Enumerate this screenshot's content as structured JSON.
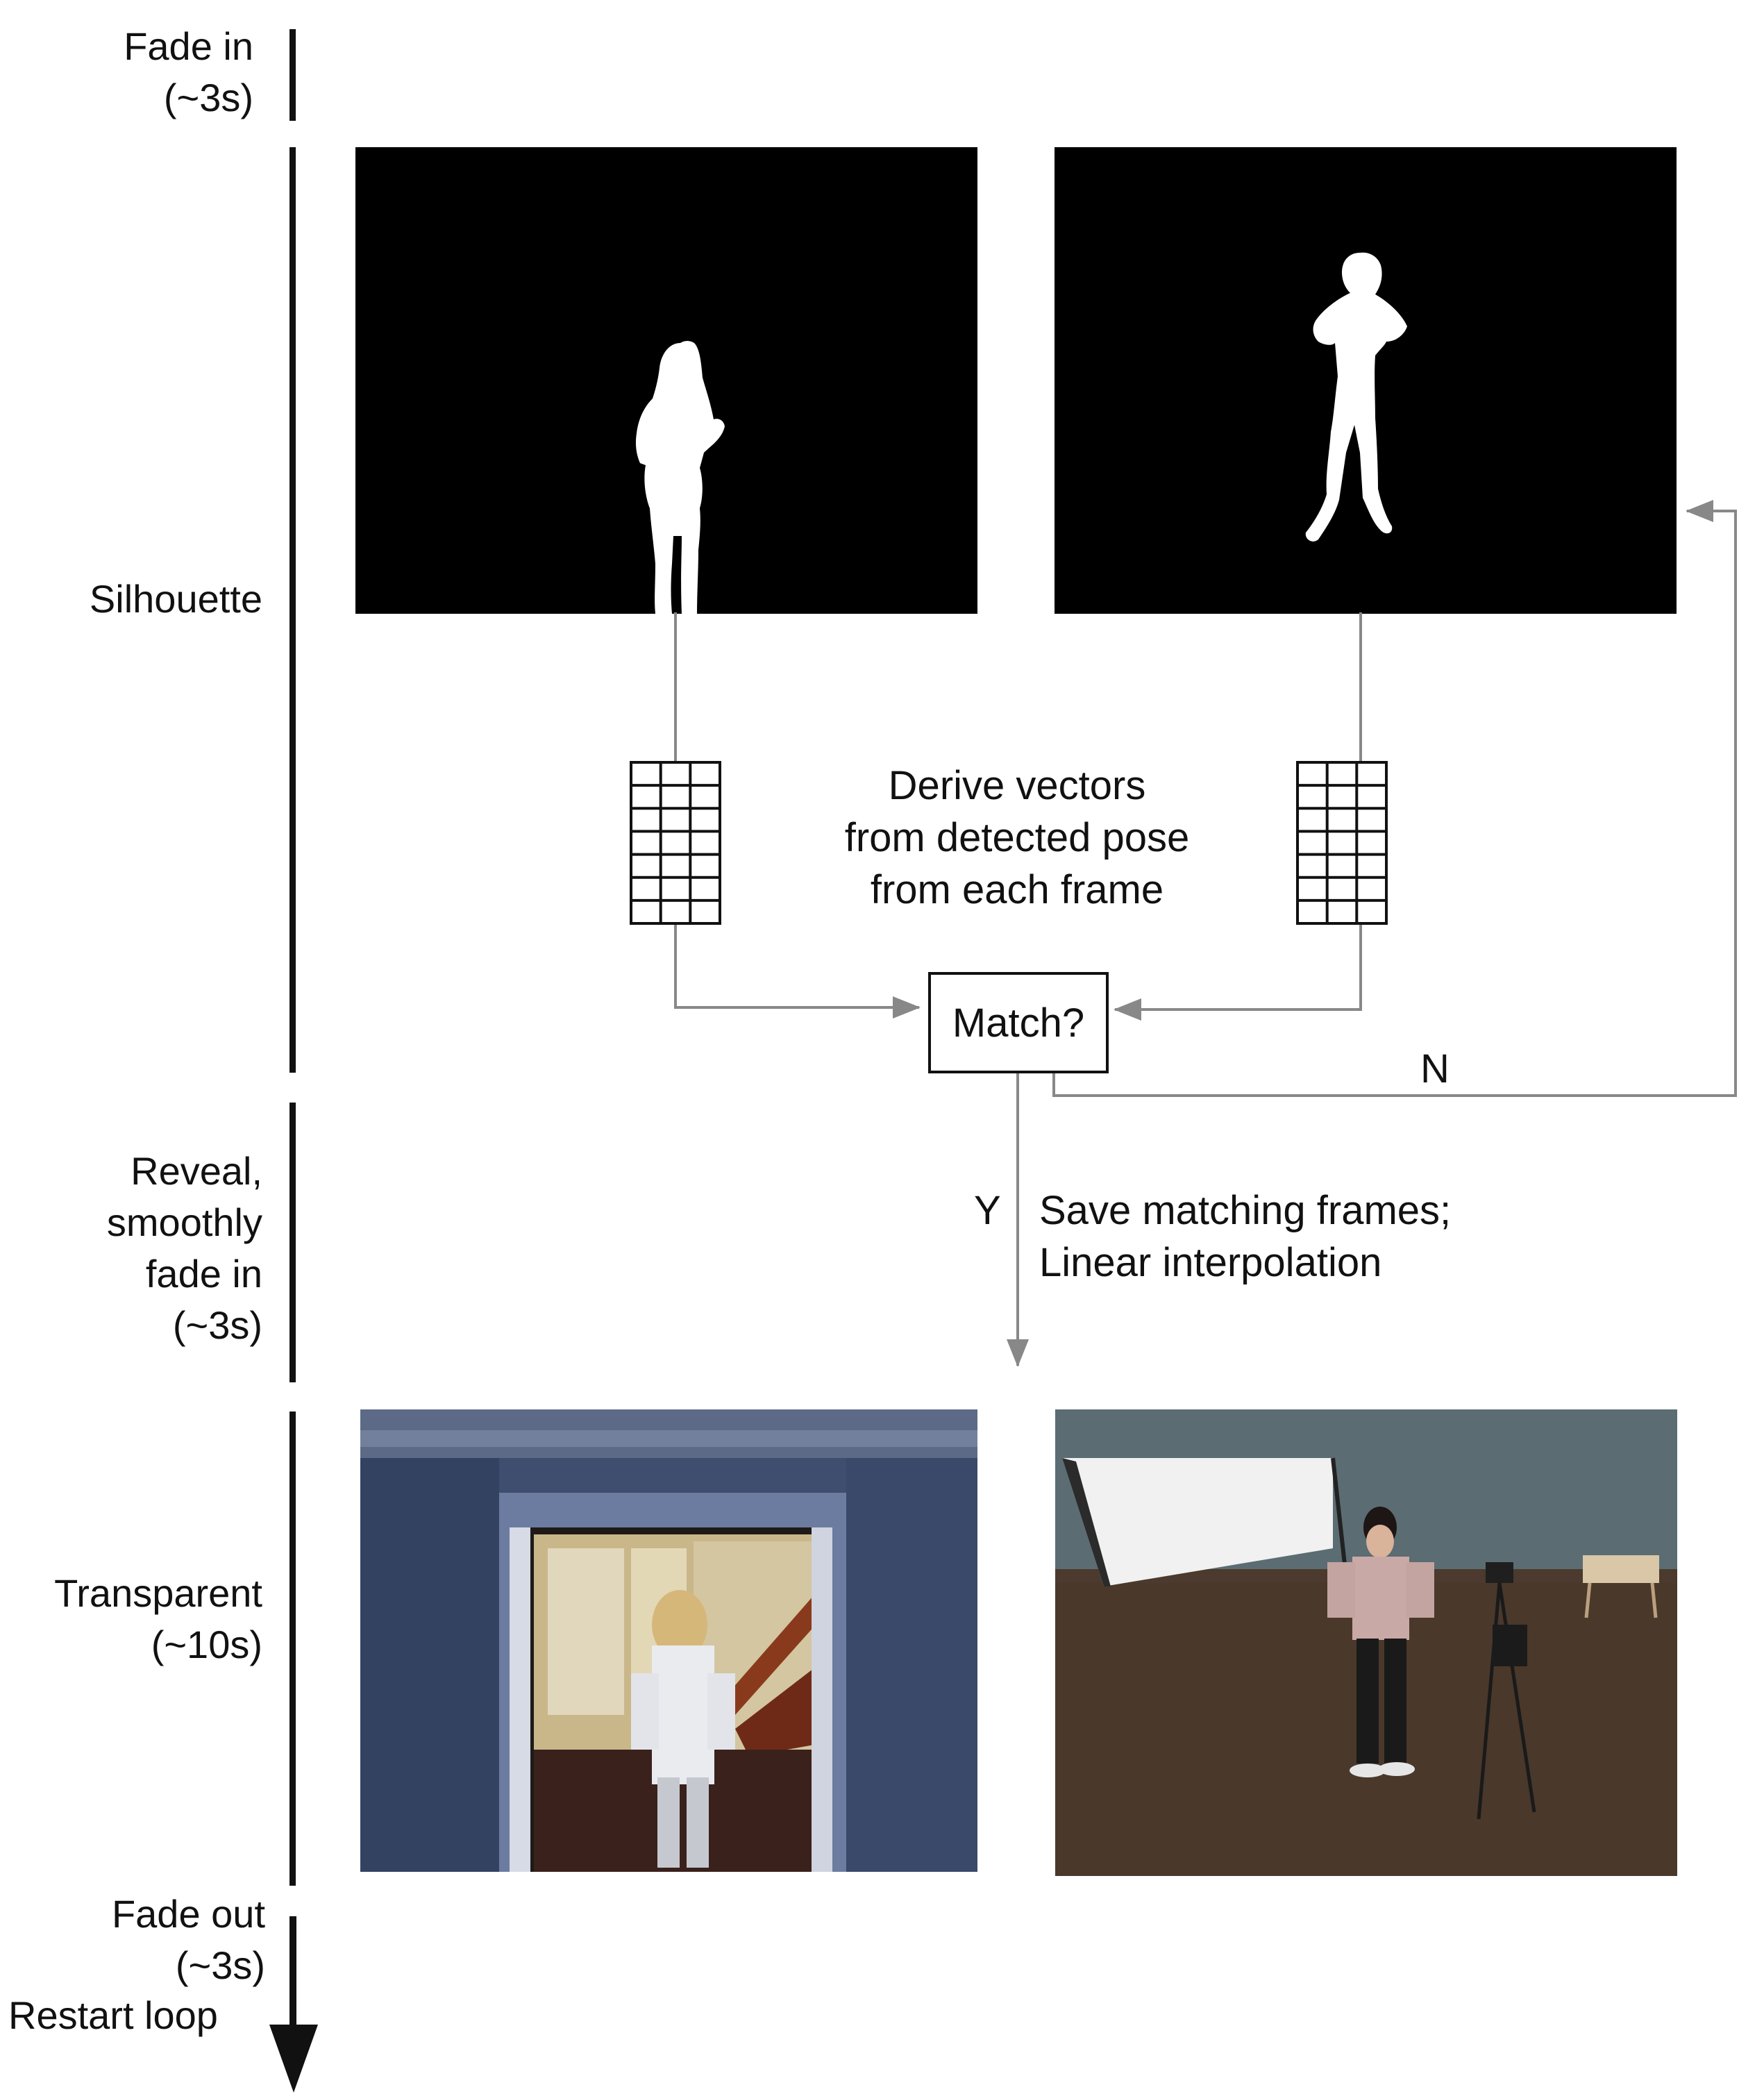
{
  "phases": {
    "fade_in": [
      "Fade in",
      "(~3s)"
    ],
    "silhouette": "Silhouette",
    "reveal": [
      "Reveal,",
      "smoothly",
      "fade in",
      "(~3s)"
    ],
    "transparent": [
      "Transparent",
      "(~10s)"
    ],
    "fade_out": [
      "Fade out",
      "(~3s)"
    ],
    "restart": "Restart loop"
  },
  "process": {
    "derive_vectors": [
      "Derive vectors",
      "from detected pose",
      "from each frame"
    ],
    "match_label": "Match?",
    "no_label": "N",
    "yes_label": "Y",
    "save_caption": [
      "Save matching frames;",
      "Linear interpolation"
    ]
  },
  "colors": {
    "connector": "#888888",
    "silhouette_bg": "#000000",
    "silhouette_fg": "#ffffff",
    "timeline": "#111111"
  }
}
